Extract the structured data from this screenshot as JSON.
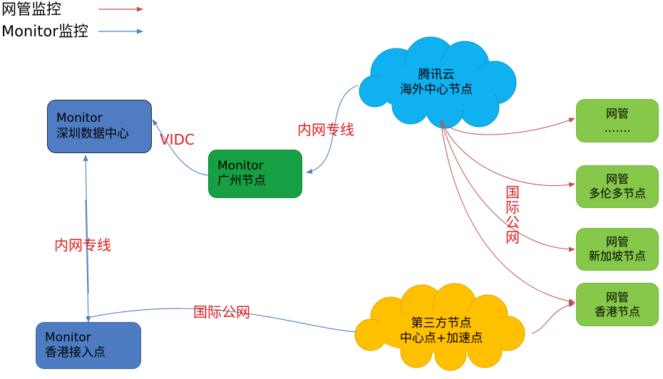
{
  "legend": {
    "items": [
      {
        "label": "网管监控",
        "color": "#c0504d"
      },
      {
        "label": "Monitor监控",
        "color": "#4f81bd"
      }
    ]
  },
  "nodes": {
    "monitor_shenzhen": {
      "line1": "Monitor",
      "line2": "深圳数据中心",
      "color": "#4f7cc2"
    },
    "monitor_guangzhou": {
      "line1": "Monitor",
      "line2": "广州节点",
      "color": "#17a043"
    },
    "monitor_hongkong": {
      "line1": "Monitor",
      "line2": "香港接入点",
      "color": "#4d7cc3"
    },
    "cloud_tencent": {
      "line1": "腾讯云",
      "line2": "海外中心节点",
      "color": "#0fb1f0"
    },
    "cloud_thirdparty": {
      "line1": "第三方节点",
      "line2": "中心点+加速点",
      "color": "#ffc000"
    },
    "nm_other": {
      "line1": "网管",
      "line2": "……."
    },
    "nm_toronto": {
      "line1": "网管",
      "line2": "多伦多节点"
    },
    "nm_singapore": {
      "line1": "网管",
      "line2": "新加坡节点"
    },
    "nm_hongkong": {
      "line1": "网管",
      "line2": "香港节点"
    },
    "nm_color": "#86c84a"
  },
  "labels": {
    "vidc": "VIDC",
    "intranet_top": "内网专线",
    "intranet_left": "内网专线",
    "intl_public_bottom": "国际公网",
    "intl_public_vertical": [
      "国",
      "际",
      "公",
      "网"
    ],
    "label_color": "#e01e1e"
  }
}
